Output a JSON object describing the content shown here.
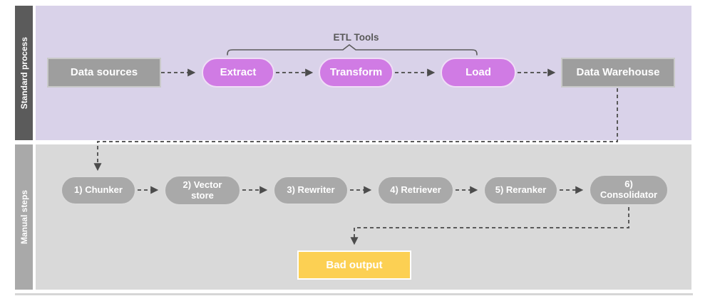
{
  "lanes": [
    {
      "label": "Standard process"
    },
    {
      "label": "Manual steps"
    }
  ],
  "standard": {
    "bracket_label": "ETL Tools",
    "nodes": [
      {
        "label": "Data sources",
        "shape": "rect"
      },
      {
        "label": "Extract",
        "shape": "pill"
      },
      {
        "label": "Transform",
        "shape": "pill"
      },
      {
        "label": "Load",
        "shape": "pill"
      },
      {
        "label": "Data Warehouse",
        "shape": "rect"
      }
    ]
  },
  "manual": {
    "nodes": [
      {
        "label": "1) Chunker"
      },
      {
        "label": "2) Vector store"
      },
      {
        "label": "3) Rewriter"
      },
      {
        "label": "4) Retriever"
      },
      {
        "label": "5) Reranker"
      },
      {
        "label": "6) Consolidator"
      }
    ],
    "output": {
      "label": "Bad output"
    }
  },
  "colors": {
    "standard_lane_bg": "#d9d2e9",
    "standard_lane_label_bg": "#5b5b5b",
    "manual_lane_bg": "#d9d9d9",
    "manual_lane_label_bg": "#a9a9a9",
    "rect_node_fill": "#9e9e9e",
    "etl_pill_fill": "#d07be4",
    "manual_pill_fill": "#a9a9a9",
    "output_fill": "#fcd053",
    "connector": "#5a5a5a"
  }
}
